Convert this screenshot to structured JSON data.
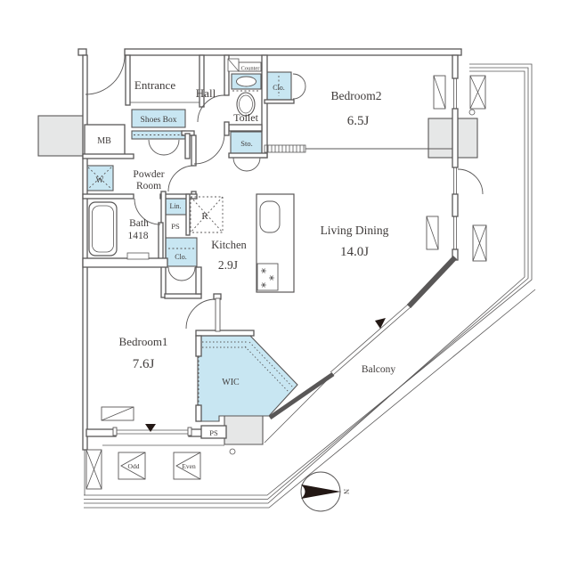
{
  "colors": {
    "line": "#595757",
    "text": "#3f3b3a",
    "closet_blue": "#c8e6f2",
    "common_gray": "#e6e7e7",
    "dark_mark": "#231815"
  },
  "rooms": {
    "entrance": {
      "label": "Entrance"
    },
    "hall": {
      "label": "Hall"
    },
    "toilet": {
      "label": "Toilet"
    },
    "counter": {
      "label": "Counter"
    },
    "clo_top": {
      "label": "Clo."
    },
    "sto": {
      "label": "Sto."
    },
    "bedroom2": {
      "label": "Bedroom2",
      "size": "6.5J"
    },
    "shoes_box": {
      "label": "Shoes Box"
    },
    "mb": {
      "label": "MB"
    },
    "powder_room": {
      "line1": "Powder",
      "line2": "Room"
    },
    "washer": {
      "label": "W"
    },
    "bath": {
      "line1": "Bath",
      "line2": "1418"
    },
    "linen": {
      "label": "Lin."
    },
    "ps_mid": {
      "label": "PS"
    },
    "clo_mid": {
      "label": "Clo."
    },
    "fridge": {
      "label": "R"
    },
    "kitchen": {
      "label": "Kitchen",
      "size": "2.9J"
    },
    "living_dining": {
      "label": "Living Dining",
      "size": "14.0J"
    },
    "bedroom1": {
      "label": "Bedroom1",
      "size": "7.6J"
    },
    "wic": {
      "label": "WIC"
    },
    "ps_bottom": {
      "label": "PS"
    },
    "balcony": {
      "label": "Balcony"
    }
  },
  "markers": {
    "odd": "Odd",
    "even": "Even",
    "north": "N"
  }
}
